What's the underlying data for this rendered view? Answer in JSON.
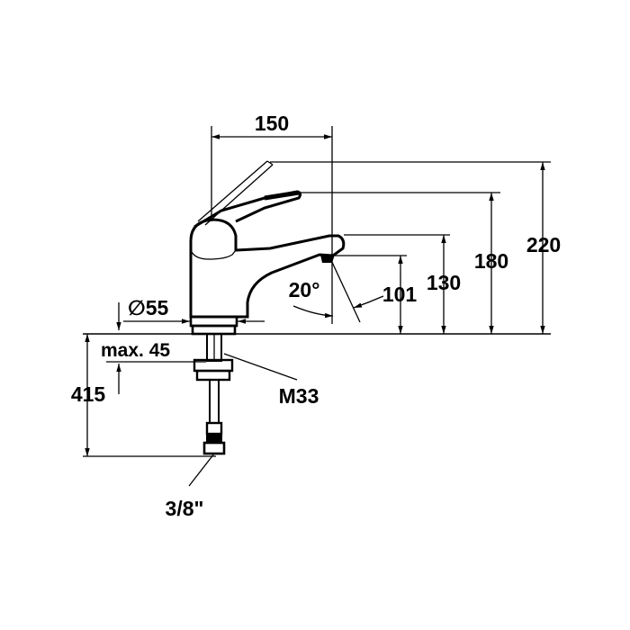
{
  "drawing": {
    "subject": "single-lever basin mixer dimension drawing",
    "dimensions": {
      "spout_reach": "150",
      "total_height": "220",
      "lever_height": "180",
      "spout_height": "130",
      "outlet_height": "101",
      "swivel_angle": "20°",
      "body_diameter": "55",
      "diameter_symbol": "∅",
      "max_deck_thickness": "max. 45",
      "hose_length": "415",
      "thread_size": "M33",
      "connection_size": "3/8\""
    },
    "line_color": "#000000",
    "background_color": "#ffffff"
  }
}
